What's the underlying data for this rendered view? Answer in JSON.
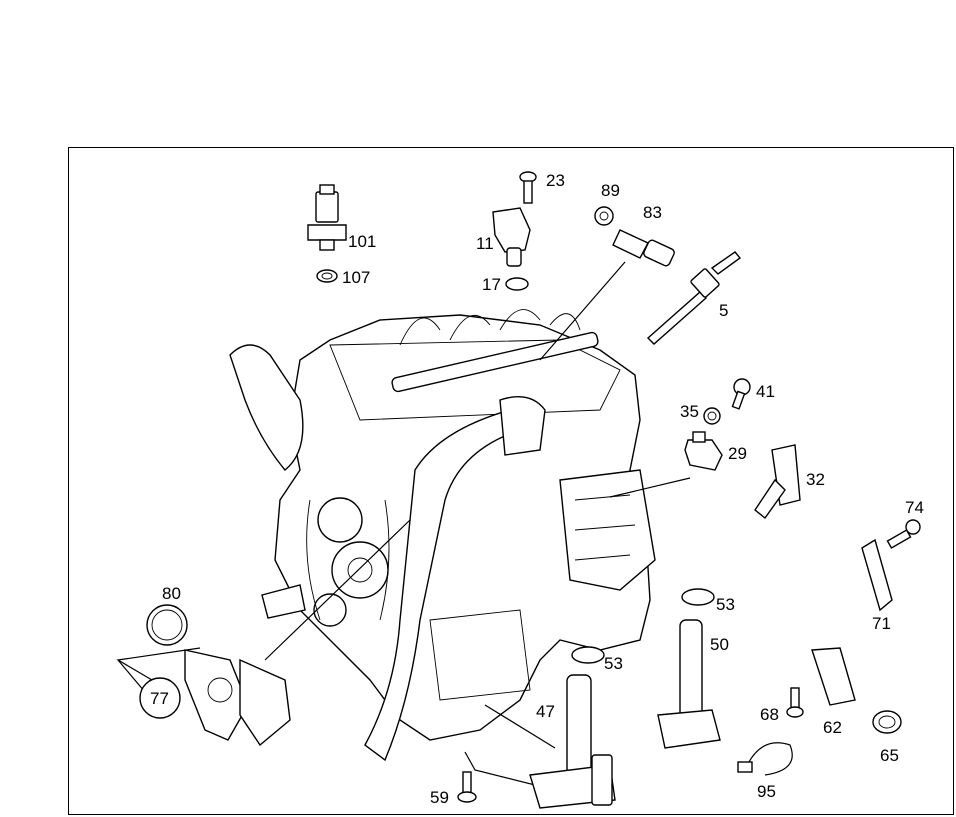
{
  "colors": {
    "ink": "#000000",
    "paper": "#ffffff"
  },
  "callouts": {
    "c23": "23",
    "c89": "89",
    "c83": "83",
    "c101": "101",
    "c11": "11",
    "c107": "107",
    "c17": "17",
    "c5": "5",
    "c41": "41",
    "c35": "35",
    "c29": "29",
    "c32": "32",
    "c74": "74",
    "c71": "71",
    "c80": "80",
    "c77": "77",
    "c53a": "53",
    "c50": "50",
    "c53b": "53",
    "c47": "47",
    "c68": "68",
    "c62": "62",
    "c65": "65",
    "c59": "59",
    "c95": "95"
  }
}
